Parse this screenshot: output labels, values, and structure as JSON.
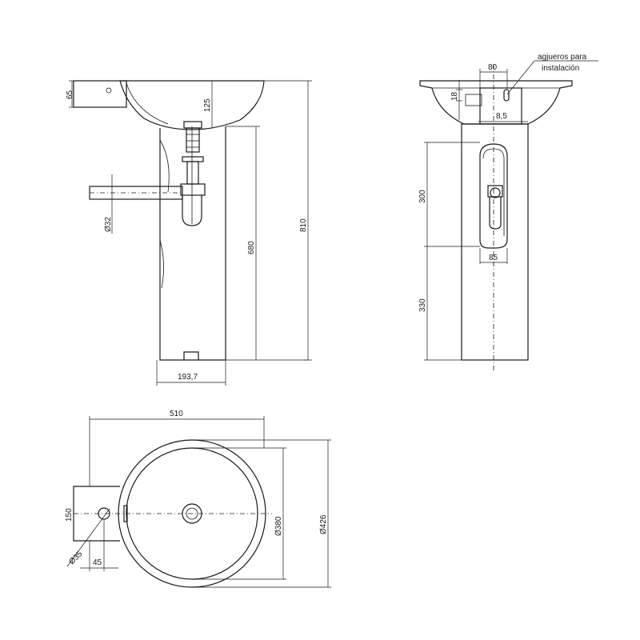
{
  "side_view": {
    "dims": {
      "d65": "65",
      "d125": "125",
      "d810": "810",
      "d680": "680",
      "d32": "Ø32",
      "d193": "193,7"
    }
  },
  "rear_view": {
    "note_line1": "agjueros para",
    "note_line2": "instalación",
    "dims": {
      "d80": "80",
      "d18": "18",
      "d85a": "8,5",
      "d300": "300",
      "d85": "85",
      "d330": "330"
    }
  },
  "top_view": {
    "dims": {
      "d510": "510",
      "d150": "150",
      "d380": "Ø380",
      "d426": "Ø426",
      "d35": "Ø35",
      "d45": "45"
    }
  }
}
